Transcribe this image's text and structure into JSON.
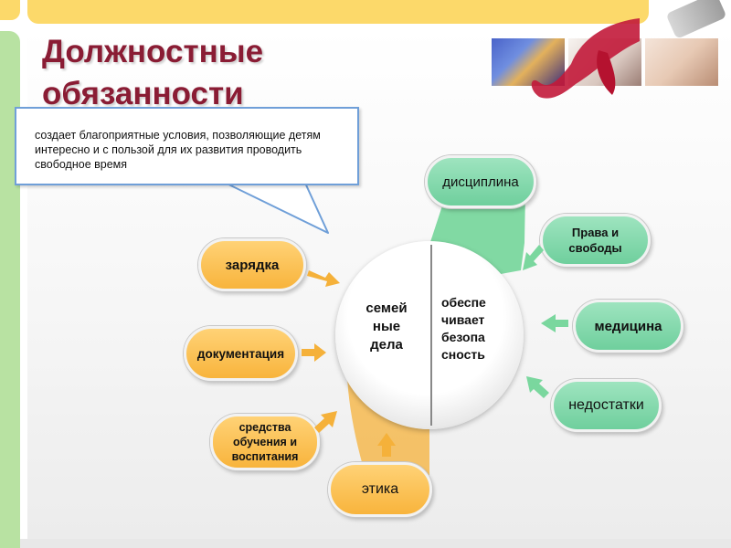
{
  "title": "Должностные обязанности",
  "callout": "создает благоприятные условия, позволяющие детям интересно и с пользой для их развития проводить свободное время",
  "center": {
    "left": "семей ные дела",
    "right": "обеспе чивает безопа сность"
  },
  "pills": {
    "discipline": "дисциплина",
    "rights": "Права и свободы",
    "medicine": "медицина",
    "shortcomings": "недостатки",
    "exercise": "зарядка",
    "documentation": "документация",
    "teaching_tools": "средства обучения и воспитания",
    "ethics": "этика"
  },
  "colors": {
    "title": "#8a1c34",
    "green": "#6fcf9d",
    "orange": "#f8b43c",
    "arrow_green": "#7ad79e",
    "arrow_orange": "#f5b13a",
    "callout_border": "#6f9fd8"
  },
  "icons": {
    "arrows": "arrow-icon",
    "pictures": "decorative-photo"
  }
}
